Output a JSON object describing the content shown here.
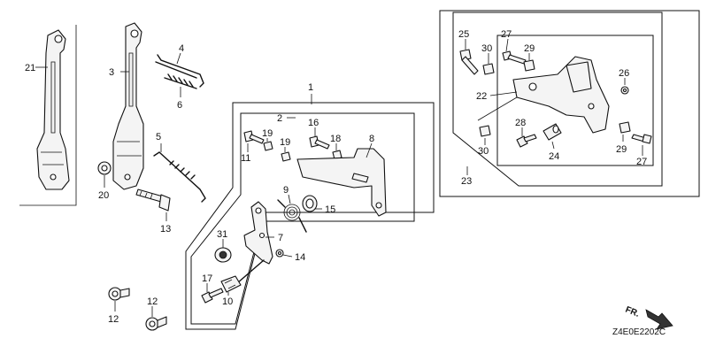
{
  "diagram_code": "Z4E0E2202C",
  "direction_marker": "FR.",
  "callouts": [
    {
      "id": "c1",
      "text": "1"
    },
    {
      "id": "c2",
      "text": "2"
    },
    {
      "id": "c3",
      "text": "3"
    },
    {
      "id": "c4",
      "text": "4"
    },
    {
      "id": "c5",
      "text": "5"
    },
    {
      "id": "c6",
      "text": "6"
    },
    {
      "id": "c7",
      "text": "7"
    },
    {
      "id": "c8",
      "text": "8"
    },
    {
      "id": "c9",
      "text": "9"
    },
    {
      "id": "c10",
      "text": "10"
    },
    {
      "id": "c11",
      "text": "11"
    },
    {
      "id": "c12a",
      "text": "12"
    },
    {
      "id": "c12b",
      "text": "12"
    },
    {
      "id": "c13",
      "text": "13"
    },
    {
      "id": "c14",
      "text": "14"
    },
    {
      "id": "c15",
      "text": "15"
    },
    {
      "id": "c16",
      "text": "16"
    },
    {
      "id": "c17",
      "text": "17"
    },
    {
      "id": "c18",
      "text": "18"
    },
    {
      "id": "c19a",
      "text": "19"
    },
    {
      "id": "c19b",
      "text": "19"
    },
    {
      "id": "c20",
      "text": "20"
    },
    {
      "id": "c21",
      "text": "21"
    },
    {
      "id": "c22",
      "text": "22"
    },
    {
      "id": "c23",
      "text": "23"
    },
    {
      "id": "c24",
      "text": "24"
    },
    {
      "id": "c25",
      "text": "25"
    },
    {
      "id": "c26",
      "text": "26"
    },
    {
      "id": "c27a",
      "text": "27"
    },
    {
      "id": "c27b",
      "text": "27"
    },
    {
      "id": "c28",
      "text": "28"
    },
    {
      "id": "c29a",
      "text": "29"
    },
    {
      "id": "c29b",
      "text": "29"
    },
    {
      "id": "c30a",
      "text": "30"
    },
    {
      "id": "c30b",
      "text": "30"
    },
    {
      "id": "c31",
      "text": "31"
    }
  ]
}
